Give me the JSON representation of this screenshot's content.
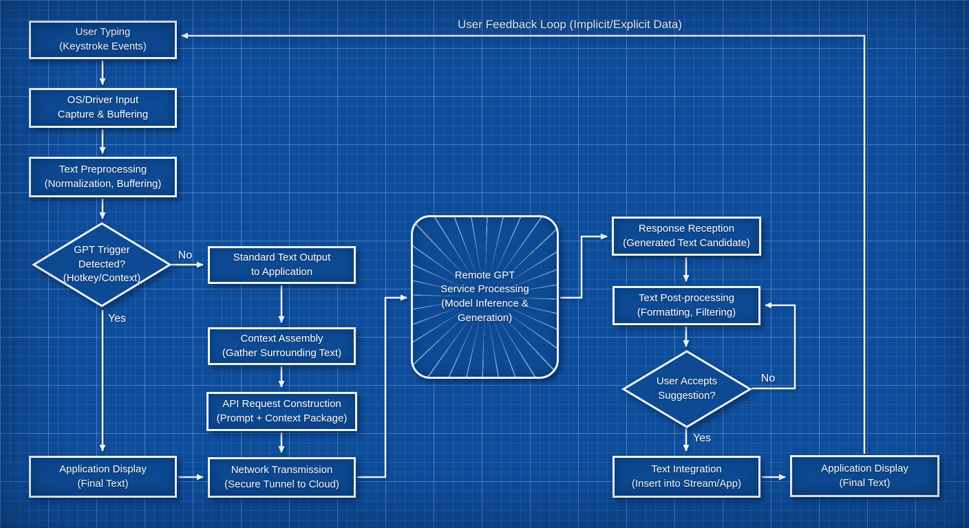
{
  "colors": {
    "background": "#0e4d9b",
    "node_fill": "#0d4a93",
    "stroke": "#eef4fb",
    "text": "#ffffff"
  },
  "edge_labels": {
    "feedback": "User Feedback Loop (Implicit/Explicit Data)",
    "trigger_no": "No",
    "trigger_yes": "Yes",
    "accept_no": "No",
    "accept_yes": "Yes"
  },
  "nodes": {
    "user_typing": "User Typing\n(Keystroke Events)",
    "os_input": "OS/Driver Input\nCapture & Buffering",
    "preprocessing": "Text Preprocessing\n(Normalization, Buffering)",
    "trigger_decision": "GPT Trigger\nDetected?\n(Hotkey/Context)",
    "app_display_left": "Application Display\n(Final Text)",
    "standard_output": "Standard Text Output\nto Application",
    "context_assembly": "Context Assembly\n(Gather Surrounding Text)",
    "api_request": "API Request Construction\n(Prompt + Context Package)",
    "network_transmission": "Network Transmission\n(Secure Tunnel to Cloud)",
    "remote_gpt": "Remote GPT\nService Processing\n(Model Inference &\nGeneration)",
    "response_reception": "Response Reception\n(Generated Text Candidate)",
    "post_processing": "Text Post-processing\n(Formatting, Filtering)",
    "accept_decision": "User Accepts\nSuggestion?",
    "text_integration": "Text Integration\n(Insert into Stream/App)",
    "app_display_right": "Application Display\n(Final Text)"
  }
}
